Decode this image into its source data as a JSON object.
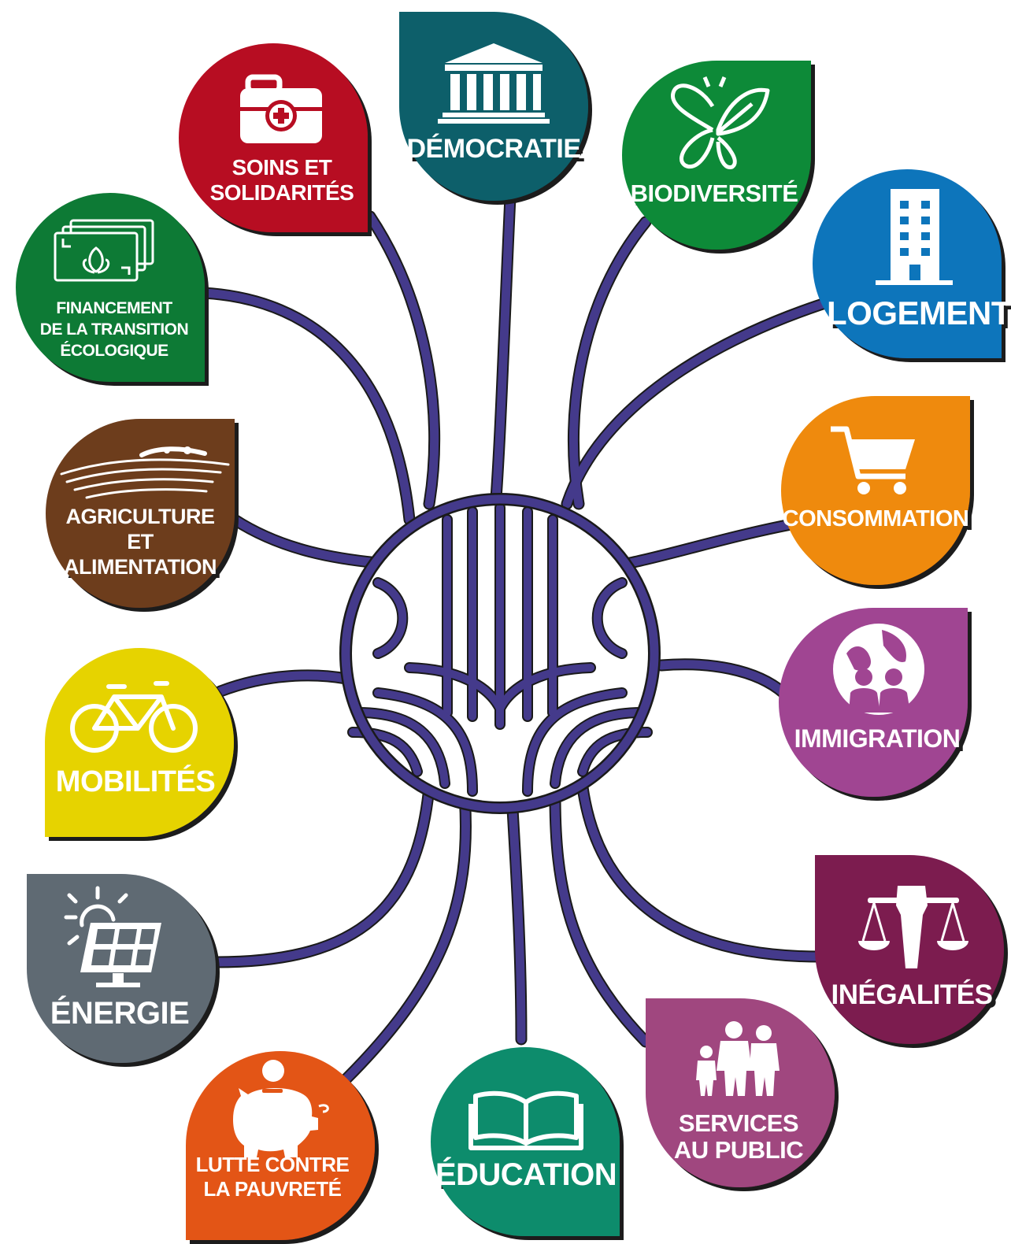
{
  "colors": {
    "connector": "#443a8b",
    "shadow": "#1a1a1a",
    "label": "#ffffff"
  },
  "center": {
    "icon": "emblem-icon"
  },
  "nodes": [
    {
      "id": "democratie",
      "lines": [
        "DÉMOCRATIE"
      ],
      "color": "#075f6a",
      "icon": "parthenon-icon"
    },
    {
      "id": "soins",
      "lines": [
        "SOINS ET",
        "SOLIDARITÉS"
      ],
      "color": "#b70f20",
      "icon": "first-aid-kit-icon"
    },
    {
      "id": "biodiversite",
      "lines": [
        "BIODIVERSITÉ"
      ],
      "color": "#0f8a38",
      "icon": "butterfly-leaf-icon"
    },
    {
      "id": "financement",
      "lines": [
        "FINANCEMENT",
        "DE LA TRANSITION",
        "ÉCOLOGIQUE"
      ],
      "color": "#107a36",
      "icon": "banknotes-leaf-icon"
    },
    {
      "id": "logement",
      "lines": [
        "LOGEMENT"
      ],
      "color": "#1174bb",
      "icon": "building-icon"
    },
    {
      "id": "agriculture",
      "lines": [
        "AGRICULTURE",
        "ET",
        "ALIMENTATION"
      ],
      "color": "#6d3c1b",
      "icon": "fields-icon"
    },
    {
      "id": "consommation",
      "lines": [
        "CONSOMMATION"
      ],
      "color": "#ef8a07",
      "icon": "shopping-cart-icon"
    },
    {
      "id": "mobilites",
      "lines": [
        "MOBILITÉS"
      ],
      "color": "#e6d300",
      "icon": "bicycle-icon"
    },
    {
      "id": "immigration",
      "lines": [
        "IMMIGRATION"
      ],
      "color": "#a04592",
      "icon": "globe-people-icon"
    },
    {
      "id": "energie",
      "lines": [
        "ÉNERGIE"
      ],
      "color": "#5f6a73",
      "icon": "solar-panel-icon"
    },
    {
      "id": "inegalites",
      "lines": [
        "INÉGALITÉS"
      ],
      "color": "#7c1a4f",
      "icon": "scales-fist-icon"
    },
    {
      "id": "pauvrete",
      "lines": [
        "LUTTE CONTRE",
        "LA PAUVRETÉ"
      ],
      "color": "#e35516",
      "icon": "piggy-bank-icon"
    },
    {
      "id": "education",
      "lines": [
        "ÉDUCATION"
      ],
      "color": "#0d8c6c",
      "icon": "open-book-icon"
    },
    {
      "id": "services",
      "lines": [
        "SERVICES",
        "AU PUBLIC"
      ],
      "color": "#a0467f",
      "icon": "family-icon"
    }
  ]
}
